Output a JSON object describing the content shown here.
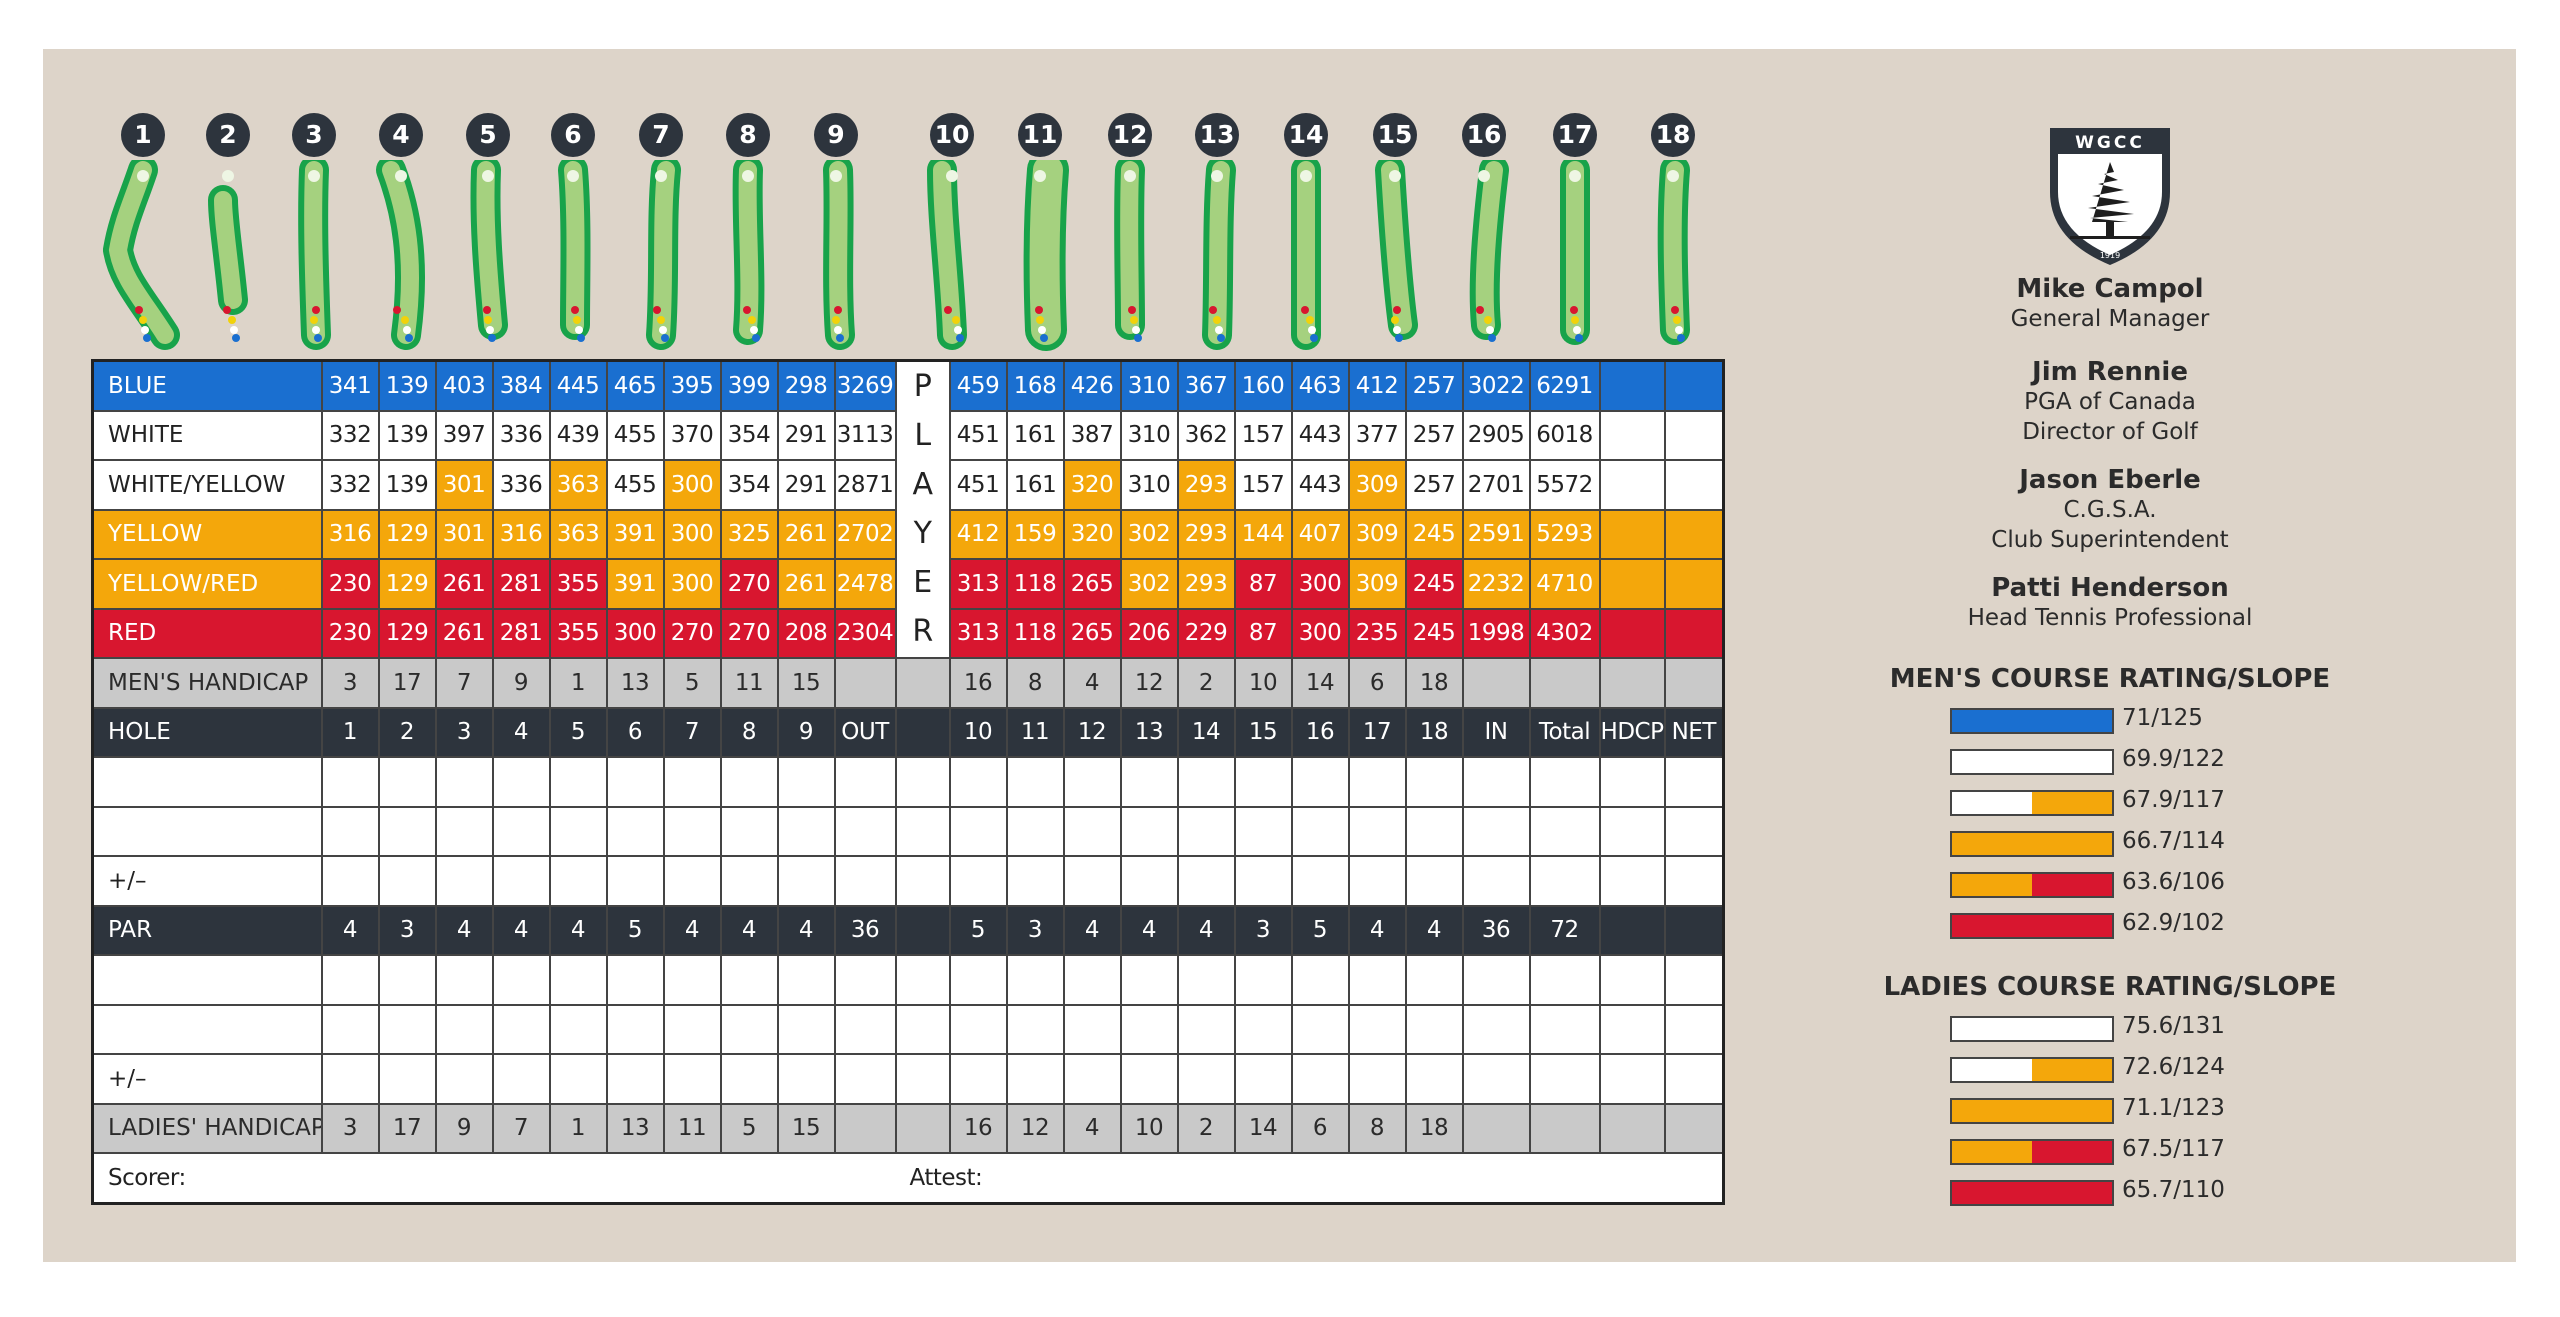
{
  "holes": [
    "1",
    "2",
    "3",
    "4",
    "5",
    "6",
    "7",
    "8",
    "9",
    "10",
    "11",
    "12",
    "13",
    "14",
    "15",
    "16",
    "17",
    "18"
  ],
  "colors": {
    "blue": "#1a6fd0",
    "white": "#ffffff",
    "yellow": "#f4a70b",
    "red": "#d8162f",
    "grey": "#c9c9c9",
    "dark": "#2d343d",
    "background": "#ddd4c9",
    "green": "#18a34a",
    "fairway": "#a5d17f"
  },
  "player_label": [
    "P",
    "L",
    "A",
    "Y",
    "E",
    "R"
  ],
  "tees": [
    {
      "label": "BLUE",
      "color": "blue",
      "front": [
        "341",
        "139",
        "403",
        "384",
        "445",
        "465",
        "395",
        "399",
        "298",
        "3269"
      ],
      "back": [
        "459",
        "168",
        "426",
        "310",
        "367",
        "160",
        "463",
        "412",
        "257",
        "3022",
        "6291"
      ],
      "front_colors": [
        "blue",
        "blue",
        "blue",
        "blue",
        "blue",
        "blue",
        "blue",
        "blue",
        "blue",
        "blue"
      ],
      "back_colors": [
        "blue",
        "blue",
        "blue",
        "blue",
        "blue",
        "blue",
        "blue",
        "blue",
        "blue",
        "blue",
        "blue"
      ]
    },
    {
      "label": "WHITE",
      "color": "white",
      "front": [
        "332",
        "139",
        "397",
        "336",
        "439",
        "455",
        "370",
        "354",
        "291",
        "3113"
      ],
      "back": [
        "451",
        "161",
        "387",
        "310",
        "362",
        "157",
        "443",
        "377",
        "257",
        "2905",
        "6018"
      ],
      "front_colors": [
        "white",
        "white",
        "white",
        "white",
        "white",
        "white",
        "white",
        "white",
        "white",
        "white"
      ],
      "back_colors": [
        "white",
        "white",
        "white",
        "white",
        "white",
        "white",
        "white",
        "white",
        "white",
        "white",
        "white"
      ]
    },
    {
      "label": "WHITE/YELLOW",
      "color": "white",
      "front": [
        "332",
        "139",
        "301",
        "336",
        "363",
        "455",
        "300",
        "354",
        "291",
        "2871"
      ],
      "back": [
        "451",
        "161",
        "320",
        "310",
        "293",
        "157",
        "443",
        "309",
        "257",
        "2701",
        "5572"
      ],
      "front_colors": [
        "white",
        "white",
        "yellow",
        "white",
        "yellow",
        "white",
        "yellow",
        "white",
        "white",
        "white"
      ],
      "back_colors": [
        "white",
        "white",
        "yellow",
        "white",
        "yellow",
        "white",
        "white",
        "yellow",
        "white",
        "white",
        "white"
      ]
    },
    {
      "label": "YELLOW",
      "color": "yellow",
      "front": [
        "316",
        "129",
        "301",
        "316",
        "363",
        "391",
        "300",
        "325",
        "261",
        "2702"
      ],
      "back": [
        "412",
        "159",
        "320",
        "302",
        "293",
        "144",
        "407",
        "309",
        "245",
        "2591",
        "5293"
      ],
      "front_colors": [
        "yellow",
        "yellow",
        "yellow",
        "yellow",
        "yellow",
        "yellow",
        "yellow",
        "yellow",
        "yellow",
        "yellow"
      ],
      "back_colors": [
        "yellow",
        "yellow",
        "yellow",
        "yellow",
        "yellow",
        "yellow",
        "yellow",
        "yellow",
        "yellow",
        "yellow",
        "yellow"
      ]
    },
    {
      "label": "YELLOW/RED",
      "color": "yellow",
      "front": [
        "230",
        "129",
        "261",
        "281",
        "355",
        "391",
        "300",
        "270",
        "261",
        "2478"
      ],
      "back": [
        "313",
        "118",
        "265",
        "302",
        "293",
        "87",
        "300",
        "309",
        "245",
        "2232",
        "4710"
      ],
      "front_colors": [
        "red",
        "yellow",
        "red",
        "red",
        "red",
        "yellow",
        "yellow",
        "red",
        "yellow",
        "yellow"
      ],
      "back_colors": [
        "red",
        "red",
        "red",
        "yellow",
        "yellow",
        "red",
        "red",
        "yellow",
        "red",
        "yellow",
        "yellow"
      ]
    },
    {
      "label": "RED",
      "color": "red",
      "front": [
        "230",
        "129",
        "261",
        "281",
        "355",
        "300",
        "270",
        "270",
        "208",
        "2304"
      ],
      "back": [
        "313",
        "118",
        "265",
        "206",
        "229",
        "87",
        "300",
        "235",
        "245",
        "1998",
        "4302"
      ],
      "front_colors": [
        "red",
        "red",
        "red",
        "red",
        "red",
        "red",
        "red",
        "red",
        "red",
        "red"
      ],
      "back_colors": [
        "red",
        "red",
        "red",
        "red",
        "red",
        "red",
        "red",
        "red",
        "red",
        "red",
        "red"
      ]
    }
  ],
  "mens_handicap": {
    "label": "MEN'S HANDICAP",
    "front": [
      "3",
      "17",
      "7",
      "9",
      "1",
      "13",
      "5",
      "11",
      "15",
      ""
    ],
    "back": [
      "16",
      "8",
      "4",
      "12",
      "2",
      "10",
      "14",
      "6",
      "18",
      "",
      ""
    ]
  },
  "hole_row": {
    "label": "HOLE",
    "front": [
      "1",
      "2",
      "3",
      "4",
      "5",
      "6",
      "7",
      "8",
      "9",
      "OUT"
    ],
    "back": [
      "10",
      "11",
      "12",
      "13",
      "14",
      "15",
      "16",
      "17",
      "18",
      "IN",
      "Total"
    ],
    "extra": [
      "HDCP",
      "NET"
    ]
  },
  "plus_minus": "+/–",
  "par": {
    "label": "PAR",
    "front": [
      "4",
      "3",
      "4",
      "4",
      "4",
      "5",
      "4",
      "4",
      "4",
      "36"
    ],
    "back": [
      "5",
      "3",
      "4",
      "4",
      "4",
      "3",
      "5",
      "4",
      "4",
      "36",
      "72"
    ]
  },
  "ladies_handicap": {
    "label": "LADIES' HANDICAP",
    "front": [
      "3",
      "17",
      "9",
      "7",
      "1",
      "13",
      "11",
      "5",
      "15",
      ""
    ],
    "back": [
      "16",
      "12",
      "4",
      "10",
      "2",
      "14",
      "6",
      "8",
      "18",
      "",
      ""
    ]
  },
  "scorer_label": "Scorer:",
  "attest_label": "Attest:",
  "logo": {
    "text": "WGCC",
    "year": "1919"
  },
  "staff": [
    {
      "name": "Mike Campol",
      "roles": [
        "General Manager"
      ]
    },
    {
      "name": "Jim Rennie",
      "roles": [
        "PGA of Canada",
        "Director of Golf"
      ]
    },
    {
      "name": "Jason Eberle",
      "roles": [
        "C.G.S.A.",
        "Club Superintendent"
      ]
    },
    {
      "name": "Patti Henderson",
      "roles": [
        "Head Tennis Professional"
      ]
    }
  ],
  "mens_rating": {
    "title": "MEN'S COURSE RATING/SLOPE",
    "rows": [
      {
        "colors": [
          "blue"
        ],
        "value": "71/125"
      },
      {
        "colors": [
          "white"
        ],
        "value": "69.9/122"
      },
      {
        "colors": [
          "white",
          "yellow"
        ],
        "value": "67.9/117"
      },
      {
        "colors": [
          "yellow"
        ],
        "value": "66.7/114"
      },
      {
        "colors": [
          "yellow",
          "red"
        ],
        "value": "63.6/106"
      },
      {
        "colors": [
          "red"
        ],
        "value": "62.9/102"
      }
    ]
  },
  "ladies_rating": {
    "title": "LADIES COURSE RATING/SLOPE",
    "rows": [
      {
        "colors": [
          "white"
        ],
        "value": "75.6/131"
      },
      {
        "colors": [
          "white",
          "yellow"
        ],
        "value": "72.6/124"
      },
      {
        "colors": [
          "yellow"
        ],
        "value": "71.1/123"
      },
      {
        "colors": [
          "yellow",
          "red"
        ],
        "value": "67.5/117"
      },
      {
        "colors": [
          "red"
        ],
        "value": "65.7/110"
      }
    ]
  }
}
